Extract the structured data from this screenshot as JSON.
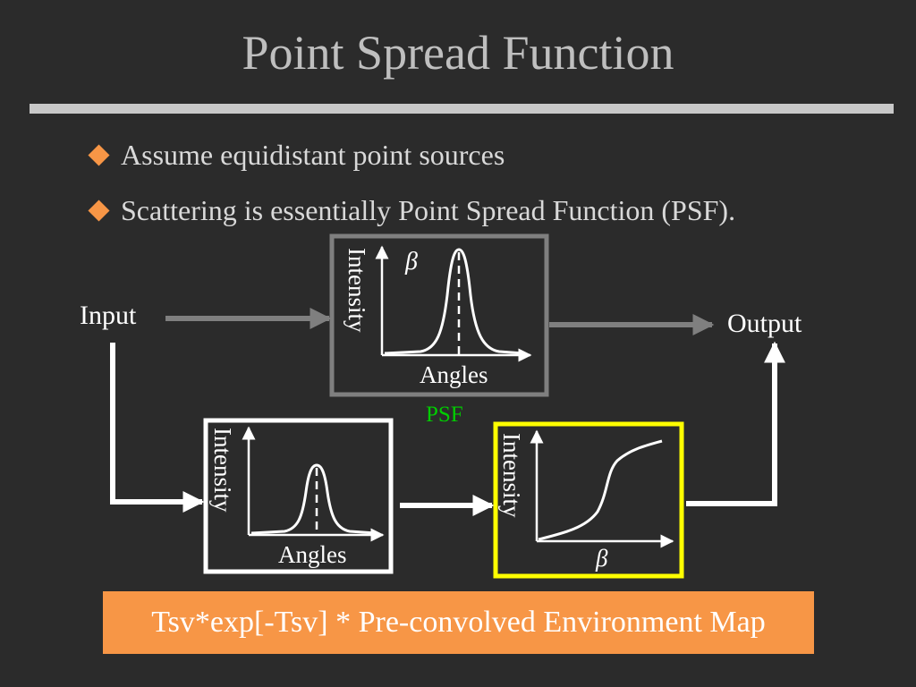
{
  "title": "Point Spread Function",
  "bullets": [
    "Assume equidistant point sources",
    "Scattering is essentially Point Spread Function (PSF)."
  ],
  "diagram": {
    "input_label": "Input",
    "output_label": "Output",
    "psf_label": "PSF",
    "beta_symbol": "β",
    "top_box": {
      "y_axis": "Intensity",
      "x_axis": "Angles"
    },
    "bottom_left_box": {
      "y_axis": "Intensity",
      "x_axis": "Angles"
    },
    "bottom_right_box": {
      "y_axis": "Intensity",
      "x_axis": "β"
    }
  },
  "formula": "Tsv*exp[-Tsv] * Pre-convolved Environment Map",
  "colors": {
    "background": "#2b2b2b",
    "accent": "#f79646",
    "psf_label": "#00cc00",
    "top_box_border": "#7f7f7f",
    "right_box_border": "#ffff00"
  }
}
